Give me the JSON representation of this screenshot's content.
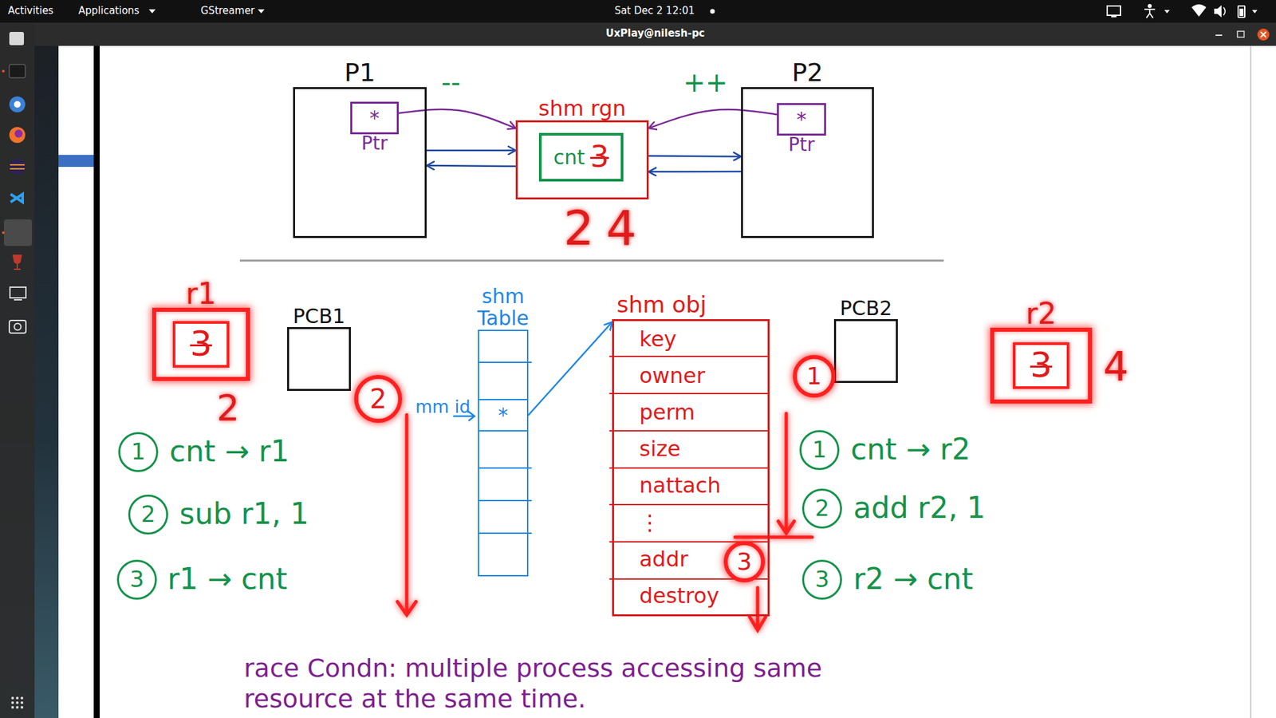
{
  "diagram": {
    "nodes": [
      {
        "text": [
          "P1"
        ]
      },
      {
        "text": [
          "*",
          "Ptr"
        ],
        "in": 0
      },
      {
        "text": [
          "shm rgn"
        ]
      },
      {
        "text": [
          "cnt",
          "3"
        ],
        "in": 2
      },
      {
        "text": [
          "P2"
        ]
      },
      {
        "text": [
          "*",
          "Ptr"
        ],
        "in": 4
      },
      {
        "text": [
          "r1",
          "3"
        ]
      },
      {
        "text": [
          "PCB1"
        ]
      },
      {
        "text": [
          "2"
        ]
      },
      {
        "text": [
          "shm Table"
        ]
      },
      {
        "text": [
          "*"
        ],
        "in": 9
      },
      {
        "text": [
          "shm obj",
          "key",
          "owner",
          "perm",
          "size",
          "nattach",
          "⋮",
          "addr",
          "destroy"
        ]
      },
      {
        "text": [
          "PCB2"
        ]
      },
      {
        "text": [
          "1"
        ]
      },
      {
        "text": [
          "r2",
          "3"
        ]
      },
      {
        "text": [
          "1"
        ]
      },
      {
        "text": [
          "2"
        ]
      },
      {
        "text": [
          "3"
        ]
      },
      {
        "text": [
          "1"
        ]
      },
      {
        "text": [
          "2"
        ]
      },
      {
        "text": [
          "3"
        ]
      },
      {
        "text": [
          "3"
        ]
      }
    ],
    "edges": [
      {
        "from": 1,
        "to": 2,
        "arrow": "to"
      },
      {
        "from": 0,
        "to": 2,
        "arrow": "to"
      },
      {
        "from": 2,
        "to": 0,
        "arrow": "to"
      },
      {
        "from": 5,
        "to": 2,
        "arrow": "to"
      },
      {
        "from": 2,
        "to": 4,
        "arrow": "to"
      },
      {
        "from": 4,
        "to": 2,
        "arrow": "to"
      },
      {
        "from": 10,
        "to": 11,
        "arrow": "to"
      }
    ],
    "labels": [
      "Activities",
      "Applications",
      "GStreamer",
      "Sat Dec 2 12:01",
      "UxPlay@nilesh-pc",
      "--",
      "++",
      "2",
      "4",
      "2",
      "mm id",
      "4",
      "cnt → r1",
      "sub r1, 1",
      "r1 → cnt",
      "cnt → r2",
      "add r2, 1",
      "r2 → cnt",
      "race Condn: multiple process accessing same resource at the same time."
    ]
  }
}
